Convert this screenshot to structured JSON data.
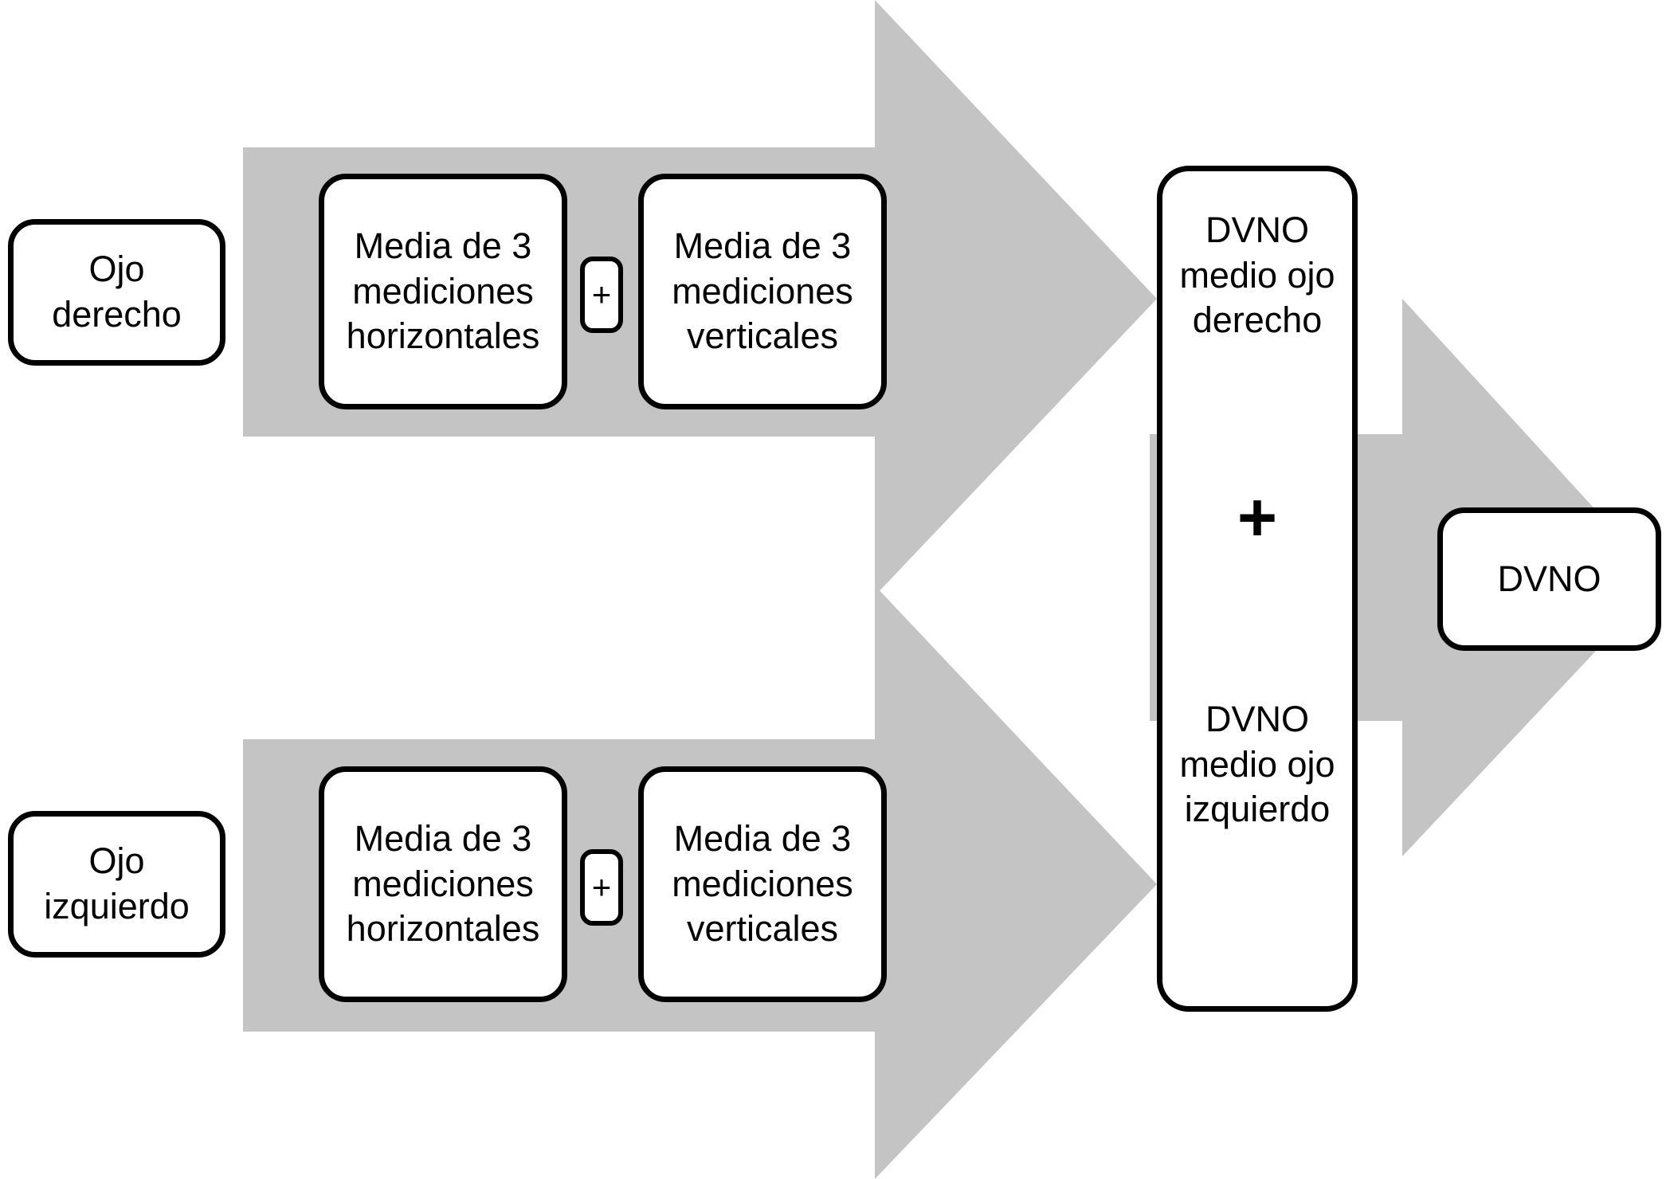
{
  "diagram": {
    "title": "DVNO measurement flow diagram",
    "colors": {
      "arrow_gray": "#C4C4C4",
      "box_border": "#000000",
      "box_fill": "#FFFFFF",
      "text": "#000000",
      "background": "#FFFFFF"
    },
    "nodes": {
      "eye_right": "Ojo\nderecho",
      "eye_left": "Ojo\nizquierdo",
      "horizontal_top": "Media de 3\nmediciones\nhorizontales",
      "vertical_top": "Media de 3\nmediciones\nverticales",
      "plus_top": "+",
      "horizontal_bottom": "Media de 3\nmediciones\nhorizontales",
      "vertical_bottom": "Media de 3\nmediciones\nverticales",
      "plus_bottom": "+",
      "dvno_right_eye": "DVNO\nmedio ojo\nderecho",
      "dvno_plus": "+",
      "dvno_left_eye": "DVNO\nmedio ojo\nizquierdo",
      "dvno_final": "DVNO"
    },
    "arrows": [
      {
        "name": "top-flow-arrow",
        "direction": "right",
        "from": "Ojo derecho",
        "to": "DVNO medio ojo derecho"
      },
      {
        "name": "bottom-flow-arrow",
        "direction": "right",
        "from": "Ojo izquierdo",
        "to": "DVNO medio ojo izquierdo"
      },
      {
        "name": "final-flow-arrow",
        "direction": "right",
        "from": "DVNO medio ojo derecho + DVNO medio ojo izquierdo",
        "to": "DVNO"
      }
    ]
  }
}
